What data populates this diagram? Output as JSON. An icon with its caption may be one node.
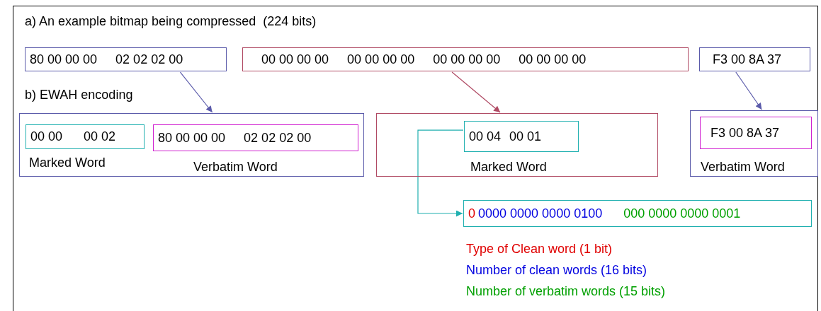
{
  "diagram": {
    "nodes": [
      {
        "text": [
          "80 00 00 00",
          "02 02 02 00"
        ]
      },
      {
        "text": [
          "00 00 00 00",
          "00 00 00 00",
          "00 00 00 00",
          "00 00 00 00"
        ]
      },
      {
        "text": [
          "F3 00 8A 37"
        ]
      },
      {
        "text": [],
        "shape": "box"
      },
      {
        "text": [
          "00 00",
          "00 02"
        ],
        "in": 3,
        "beside": [
          "Marked Word"
        ]
      },
      {
        "text": [
          "80 00 00 00",
          "02 02 02 00"
        ],
        "in": 3,
        "beside": [
          "Verbatim Word"
        ]
      },
      {
        "text": [],
        "shape": "box"
      },
      {
        "text": [
          "00 04",
          "00 01"
        ],
        "in": 6,
        "beside": [
          "Marked Word"
        ]
      },
      {
        "text": [],
        "shape": "box"
      },
      {
        "text": [
          "F3 00 8A 37"
        ],
        "in": 8,
        "beside": [
          "Verbatim Word"
        ]
      },
      {
        "text": [
          "0",
          "0000 0000 0000 0100",
          "000 0000 0000 0001"
        ]
      }
    ],
    "edges": [
      {
        "from": 0,
        "to": 3,
        "arrow": "to",
        "color": "#5a5aaa"
      },
      {
        "from": 1,
        "to": 6,
        "arrow": "to",
        "color": "#b04a64"
      },
      {
        "from": 2,
        "to": 8,
        "arrow": "to",
        "color": "#5a5aaa"
      },
      {
        "from": 7,
        "to": 10,
        "arrow": "to",
        "color": "#20b0b0"
      }
    ],
    "labels": [
      "a) An example bitmap being compressed  (224 bits)",
      "b) EWAH encoding",
      "Type of Clean word (1 bit)",
      "Number of clean words (16 bits)",
      "Number of verbatim words (15 bits)"
    ]
  }
}
